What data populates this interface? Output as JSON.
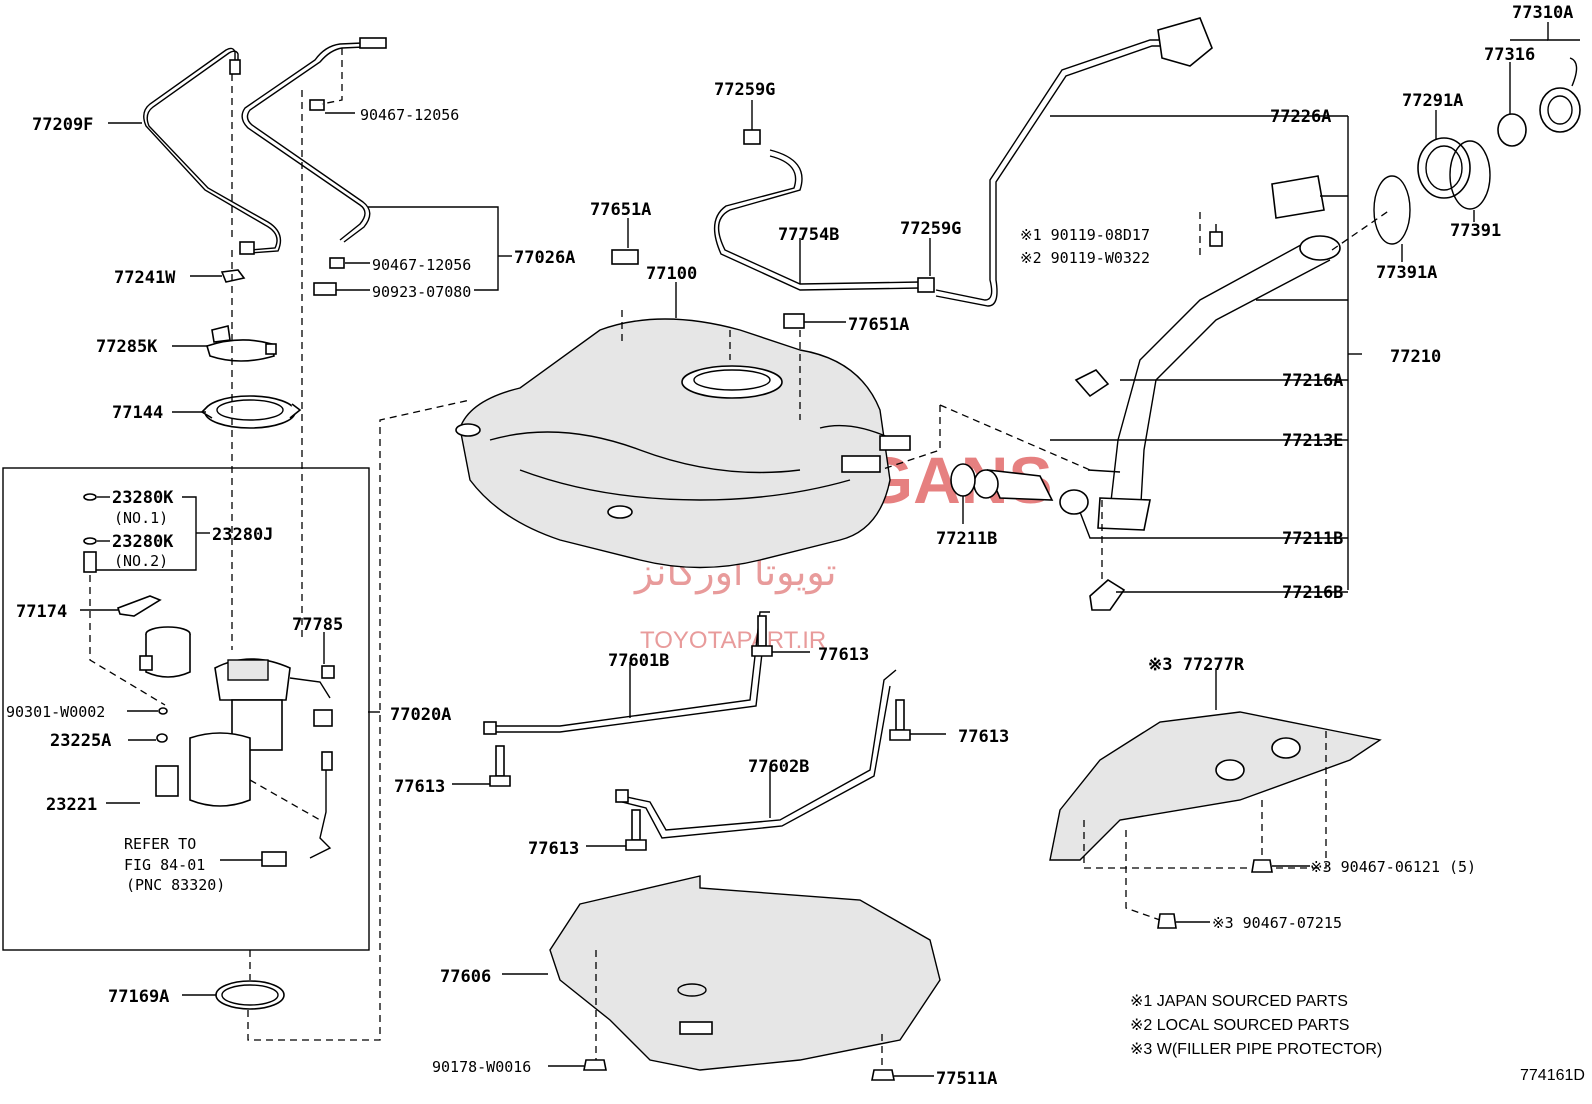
{
  "diagram_code": "774161D",
  "watermark": {
    "line1": "TOYOTA ORGANS",
    "line2": "تویوتا اورگانز",
    "line3": "TOYOTAPART.IR",
    "color": "#e26b6b"
  },
  "labels": {
    "p77209F": "77209F",
    "p90467_12056a": "90467-12056",
    "p90467_12056b": "90467-12056",
    "p90923_07080": "90923-07080",
    "p77026A": "77026A",
    "p77241W": "77241W",
    "p77285K": "77285K",
    "p77144": "77144",
    "p23280K_1": "23280K",
    "p23280K_1_sub": "(NO.1)",
    "p23280K_2": "23280K",
    "p23280K_2_sub": "(NO.2)",
    "p23280J": "23280J",
    "p77174": "77174",
    "p77785": "77785",
    "p90301": "90301-W0002",
    "p23225A": "23225A",
    "p23221": "23221",
    "refer1": "REFER TO",
    "refer2": "FIG 84-01",
    "refer3": "(PNC 83320)",
    "p77020A": "77020A",
    "p77169A": "77169A",
    "p77651A_a": "77651A",
    "p77100": "77100",
    "p77651A_b": "77651A",
    "p77259G_a": "77259G",
    "p77754B": "77754B",
    "p77259G_b": "77259G",
    "p77226A": "77226A",
    "p90119_08D17": "※1 90119-08D17",
    "p90119_W0322": "※2 90119-W0322",
    "p77310A": "77310A",
    "p77316": "77316",
    "p77291A": "77291A",
    "p77391": "77391",
    "p77391A": "77391A",
    "p77210": "77210",
    "p77216A": "77216A",
    "p77213E": "77213E",
    "p77211B_a": "77211B",
    "p77211B_b": "77211B",
    "p77216B": "77216B",
    "p77601B": "77601B",
    "p77613_a": "77613",
    "p77613_b": "77613",
    "p77613_c": "77613",
    "p77613_d": "77613",
    "p77602B": "77602B",
    "p77277R": "※3 77277R",
    "p90467_06121": "※3 90467-06121 (5)",
    "p90467_07215": "※3 90467-07215",
    "p77606": "77606",
    "p90178": "90178-W0016",
    "p77511A": "77511A"
  },
  "notes": {
    "n1": "※1 JAPAN SOURCED PARTS",
    "n2": "※2 LOCAL SOURCED PARTS",
    "n3": "※3 W(FILLER PIPE PROTECTOR)"
  }
}
